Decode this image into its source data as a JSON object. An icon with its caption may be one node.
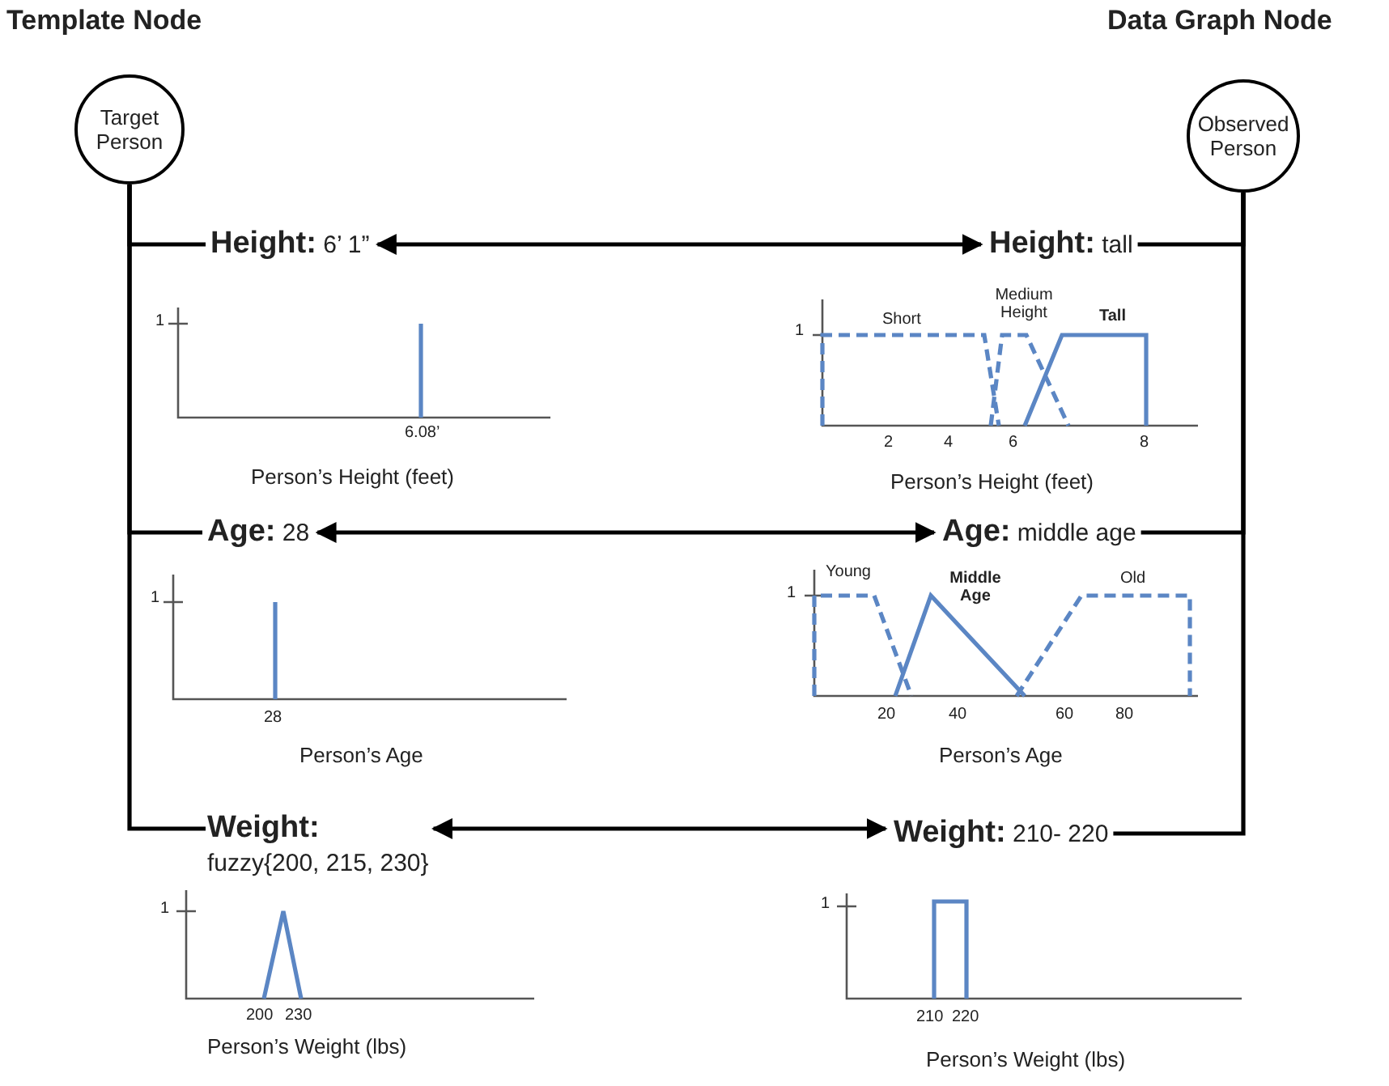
{
  "diagram": {
    "nodes": [
      {
        "text": [
          "Target Person"
        ]
      },
      {
        "text": [
          "Observed Person"
        ]
      },
      {
        "text": [
          "**Height:** 6’ 1”"
        ]
      },
      {
        "text": [
          "**Height:** tall"
        ]
      },
      {
        "text": [
          "**Age:** 28"
        ]
      },
      {
        "text": [
          "**Age:** middle age"
        ]
      },
      {
        "text": [
          "**Weight:**",
          "fuzzy{200, 215, 230}"
        ]
      },
      {
        "text": [
          "**Weight:**  210- 220"
        ]
      }
    ],
    "edges": [
      {
        "from": 0,
        "to": 2,
        "arrow": "none"
      },
      {
        "from": 0,
        "to": 4,
        "arrow": "none"
      },
      {
        "from": 0,
        "to": 6,
        "arrow": "none"
      },
      {
        "from": 1,
        "to": 3,
        "arrow": "none"
      },
      {
        "from": 1,
        "to": 5,
        "arrow": "none"
      },
      {
        "from": 1,
        "to": 7,
        "arrow": "none"
      },
      {
        "from": 2,
        "to": 3,
        "arrow": "both"
      },
      {
        "from": 4,
        "to": 5,
        "arrow": "both"
      },
      {
        "from": 6,
        "to": 7,
        "arrow": "both"
      }
    ],
    "labels": [
      "Template Node",
      "Data Graph Node",
      "1",
      "6.08’",
      "Person’s Height (feet)",
      "Short",
      "Medium Height",
      "Tall",
      "1",
      "2",
      "4",
      "6",
      "8",
      "Person’s Height (feet)",
      "1",
      "28",
      "Person’s Age",
      "Young",
      "Middle Age",
      "Old",
      "1",
      "20",
      "40",
      "60",
      "80",
      "Person’s Age",
      "1",
      "200",
      "230",
      "Person’s Weight (lbs)",
      "1",
      "210",
      "220",
      "Person’s Weight (lbs)"
    ]
  }
}
